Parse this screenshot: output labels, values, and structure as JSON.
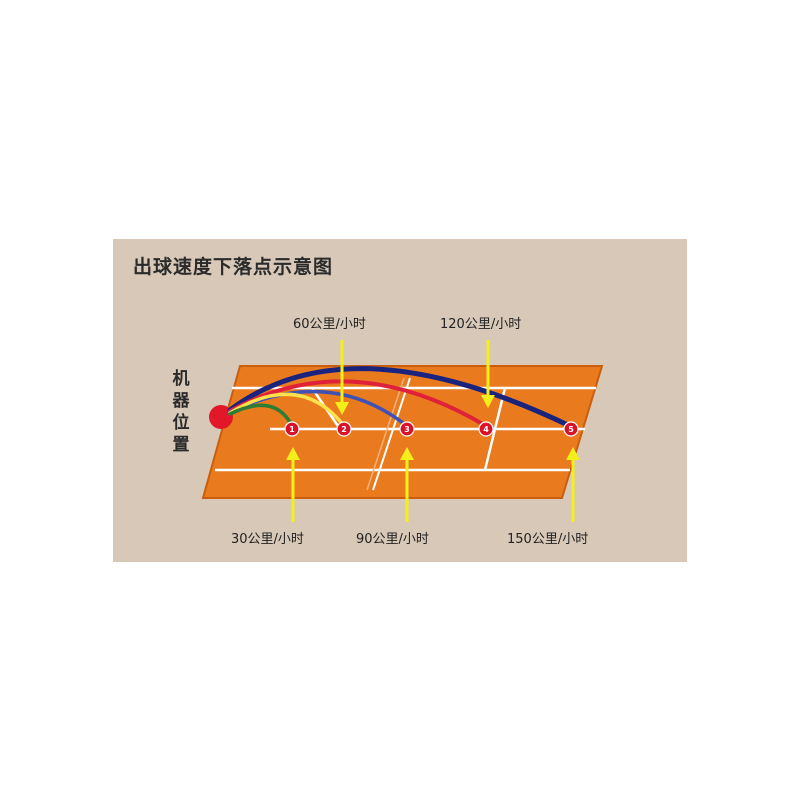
{
  "title": "出球速度下落点示意图",
  "machine_label": [
    "机",
    "器",
    "位",
    "置"
  ],
  "speeds": [
    {
      "id": 1,
      "label": "30公里/小时",
      "color": "#2e7d32"
    },
    {
      "id": 2,
      "label": "60公里/小时",
      "color": "#ffe24a"
    },
    {
      "id": 3,
      "label": "90公里/小时",
      "color": "#3f51b5"
    },
    {
      "id": 4,
      "label": "120公里/小时",
      "color": "#e0213a"
    },
    {
      "id": 5,
      "label": "150公里/小时",
      "color": "#1a237e"
    }
  ],
  "markers": [
    "1",
    "2",
    "3",
    "4",
    "5"
  ],
  "colors": {
    "panel": "#d8c8b8",
    "court": "#e97b1e",
    "court_edge": "#c95f0c",
    "lines": "#ffffff",
    "ball": "#e3172a",
    "arrow": "#f3ef1a"
  }
}
